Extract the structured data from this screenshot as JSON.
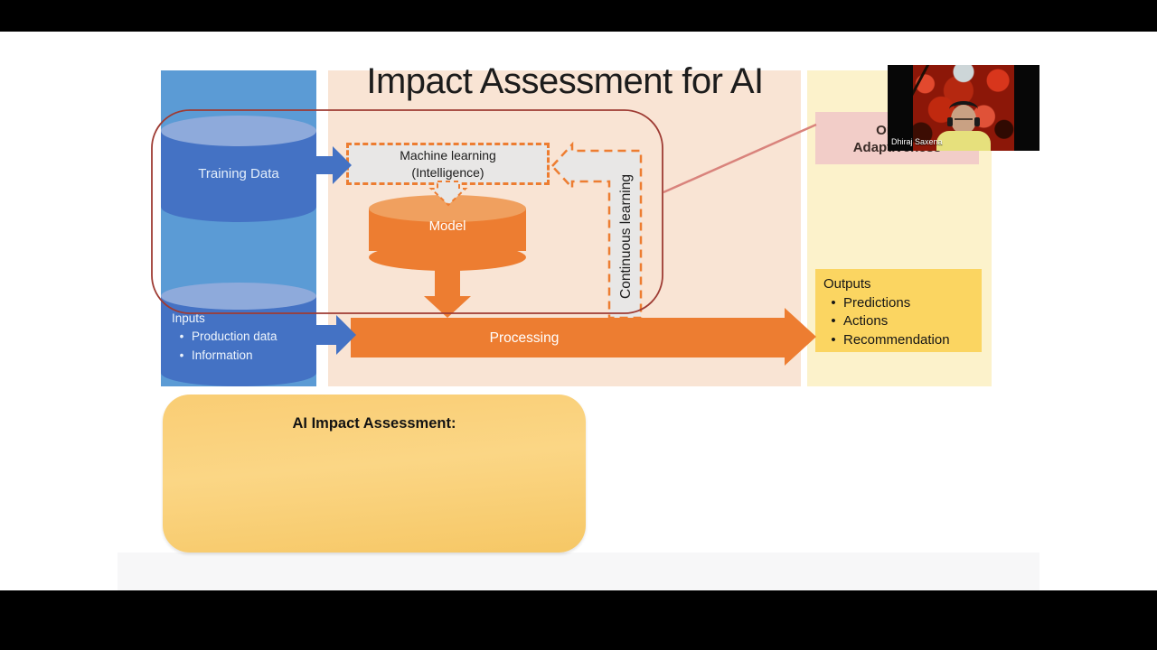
{
  "title": "Impact Assessment for AI",
  "colors": {
    "letterbox": "#000000",
    "slide_bg": "#ffffff",
    "left_panel": "#5B9BD5",
    "cylinder_blue": "#4472C4",
    "cylinder_blue_top": "#8EAADB",
    "center_panel": "#F9E4D4",
    "right_panel": "#FCF2CB",
    "orange": "#ED7D31",
    "model_top": "#F0A05F",
    "ml_box_fill": "#E8E7E6",
    "pink_box": "#F2CDC8",
    "outputs_box": "#FBD561",
    "outline_red": "#9E3B33",
    "connector": "#D9837C"
  },
  "diagram": {
    "training": {
      "label": "Training Data"
    },
    "inputs": {
      "heading": "Inputs",
      "bullets": [
        "Production data",
        "Information"
      ]
    },
    "machine_learning": {
      "line1": "Machine learning",
      "line2": "(Intelligence)"
    },
    "model": {
      "label": "Model"
    },
    "continuous_learning": {
      "label": "Continuous learning"
    },
    "processing": {
      "label": "Processing"
    },
    "adaptiveness": {
      "line1": "Online",
      "line2": "Adaptiveness"
    },
    "outputs": {
      "heading": "Outputs",
      "bullets": [
        "Predictions",
        "Actions",
        "Recommendation"
      ]
    },
    "assessment": {
      "heading": "AI Impact Assessment:"
    }
  },
  "webcam": {
    "name_label": "Dhiraj Saxena"
  }
}
